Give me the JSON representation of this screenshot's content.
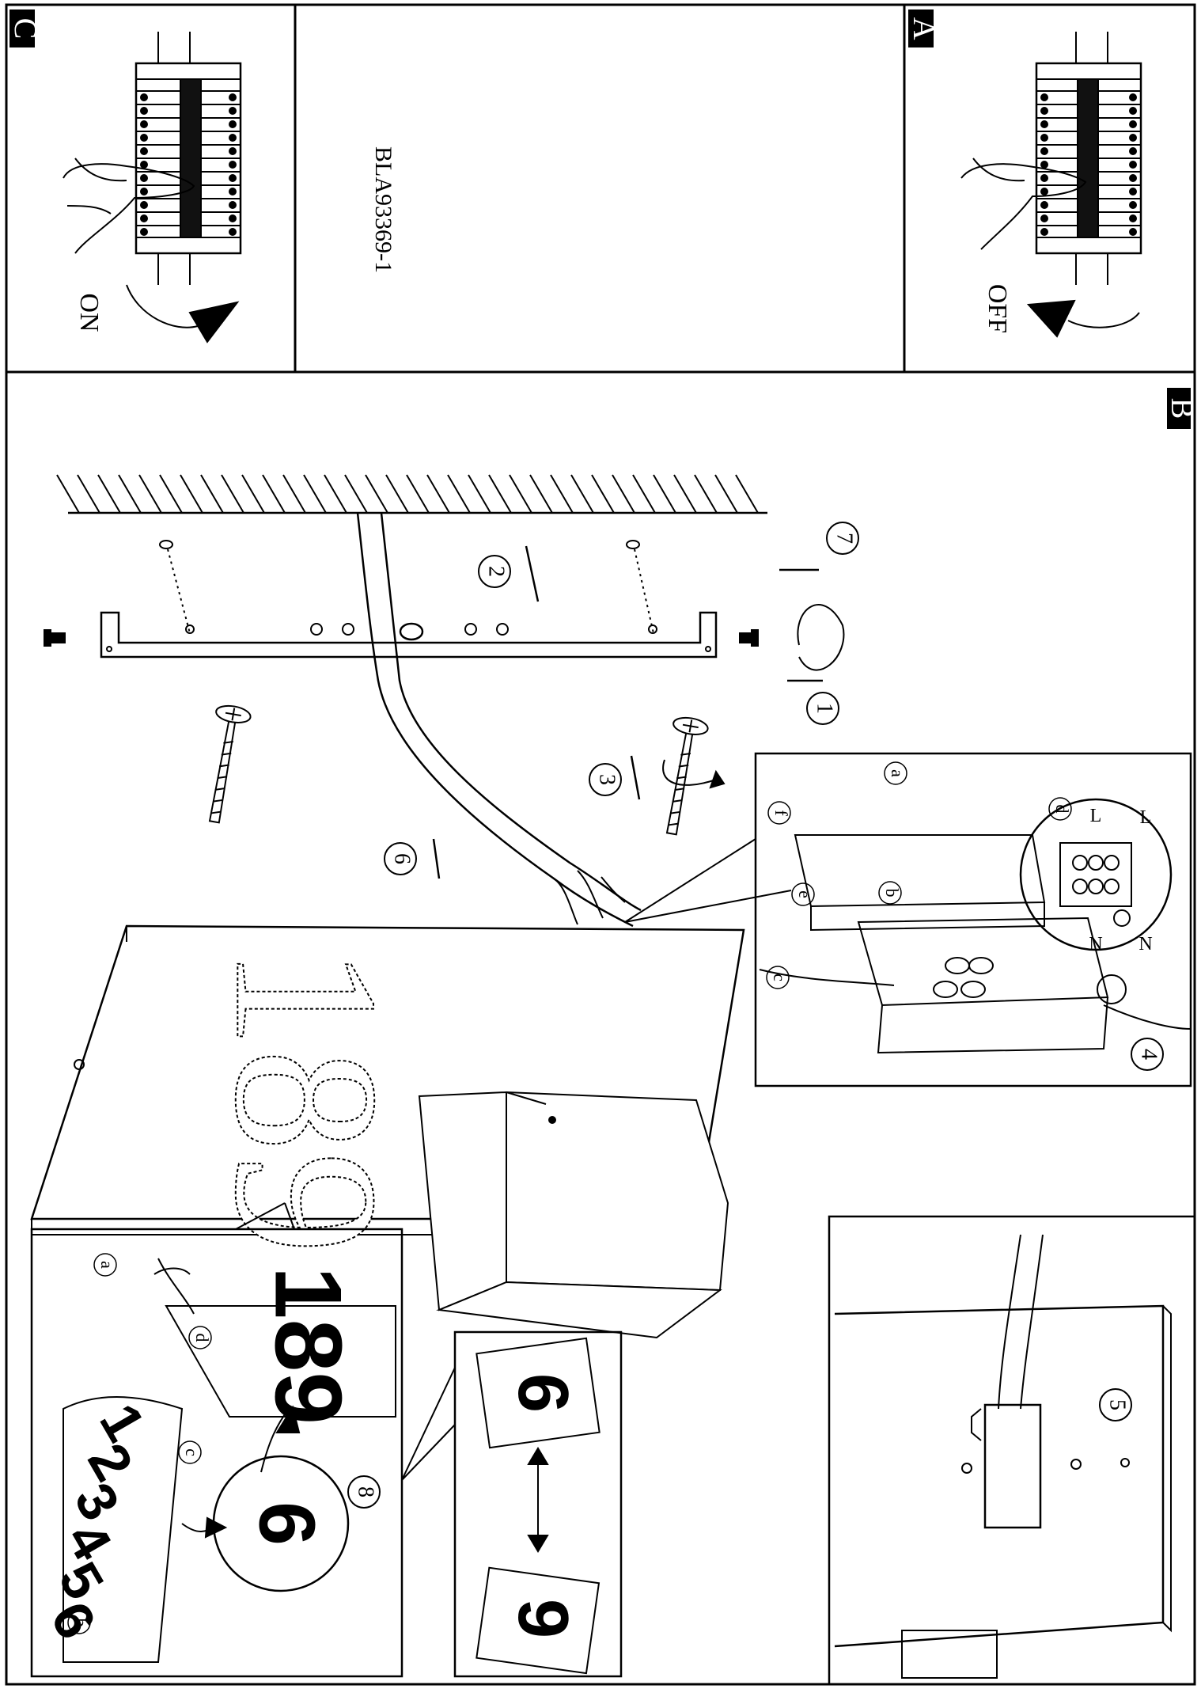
{
  "model_code": "BLA93369-1",
  "panels": {
    "a": {
      "badge": "A",
      "label": "OFF"
    },
    "b": {
      "badge": "B"
    },
    "c": {
      "badge": "C",
      "label": "ON"
    }
  },
  "steps": [
    "1",
    "2",
    "3",
    "4",
    "5",
    "6",
    "7",
    "8"
  ],
  "sub_labels": {
    "junction_box": [
      "a",
      "b",
      "c",
      "d",
      "e",
      "f"
    ],
    "sticker": [
      "a",
      "b",
      "c",
      "d"
    ]
  },
  "terminal_labels": {
    "live": "L",
    "neutral": "N"
  },
  "house_number": "189",
  "sticker_sheet_digits": [
    "1",
    "2",
    "3",
    "4",
    "5",
    "6"
  ],
  "flip_digits": [
    "6",
    "9"
  ],
  "colors": {
    "line": "#000000",
    "badge_bg": "#000000",
    "badge_text": "#ffffff",
    "paper": "#ffffff"
  }
}
